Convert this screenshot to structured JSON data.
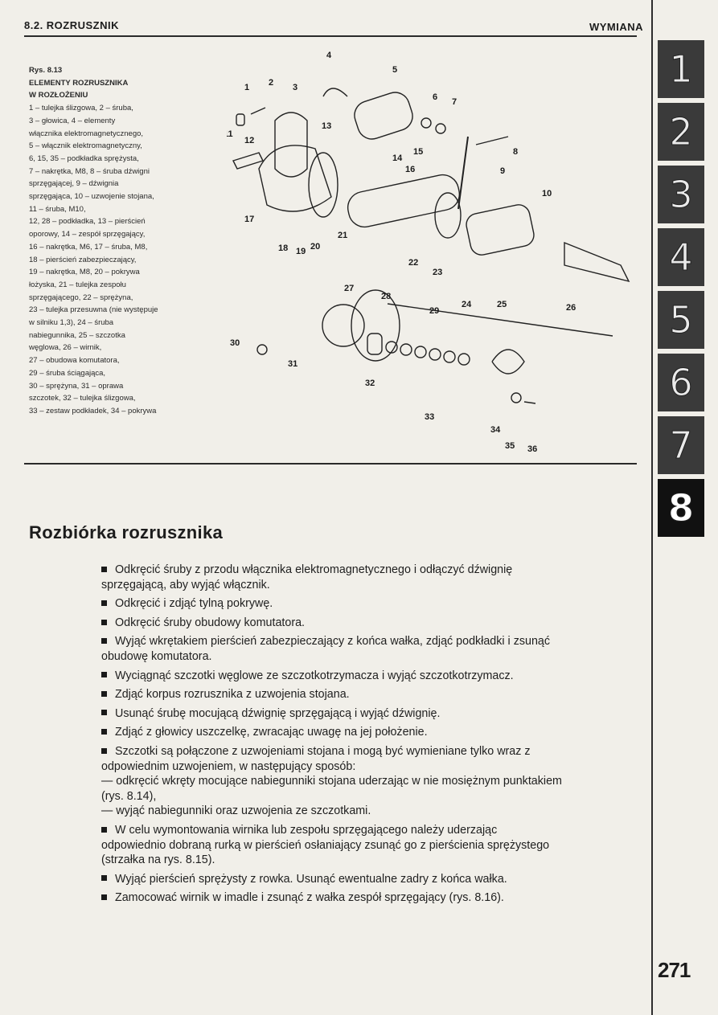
{
  "header": {
    "left": "8.2. ROZRUSZNIK",
    "right": "WYMIANA"
  },
  "tabs": [
    "1",
    "2",
    "3",
    "4",
    "5",
    "6",
    "7",
    "8"
  ],
  "active_tab": "8",
  "page_number": "271",
  "figure_caption": {
    "title_lines": [
      "Rys. 8.13",
      "ELEMENTY ROZRUSZNIKA",
      "W ROZŁOŻENIU"
    ],
    "lines": [
      "1 – tulejka ślizgowa, 2 – śruba,",
      "3 – głowica, 4 – elementy",
      "włącznika elektromagnetycznego,",
      "5 – włącznik elektromagnetyczny,",
      "6, 15, 35 – podkładka sprężysta,",
      "7 – nakrętka, M8, 8 – śruba dźwigni",
      "sprzęgającej, 9 – dźwignia",
      "sprzęgająca, 10 – uzwojenie stojana,",
      "11 – śruba, M10,",
      "12, 28 – podkładka, 13 – pierścień",
      "oporowy, 14 – zespół sprzęgający,",
      "16 – nakrętka, M6, 17 – śruba, M8,",
      "18 – pierścień zabezpieczający,",
      "19 – nakrętka, M8, 20 – pokrywa",
      "łożyska, 21 – tulejka zespołu",
      "sprzęgającego, 22 – sprężyna,",
      "23 – tulejka przesuwna (nie występuje",
      "w silniku 1,3), 24 – śruba",
      "nabiegunnika, 25 – szczotka",
      "węglowa, 26 – wirnik,",
      "27 – obudowa komutatora,",
      "29 – śruba ściągająca,",
      "30 – sprężyna, 31 – oprawa",
      "szczotek, 32 – tulejka ślizgowa,",
      "33 – zestaw podkładek, 34 – pokrywa"
    ]
  },
  "figure_labels": [
    "1",
    "2",
    "3",
    "4",
    "5",
    "6",
    "7",
    "8",
    "9",
    "10",
    "11",
    "12",
    "13",
    "14",
    "15",
    "16",
    "17",
    "18",
    "19",
    "20",
    "21",
    "22",
    "23",
    "24",
    "25",
    "26",
    "27",
    "28",
    "29",
    "30",
    "31",
    "32",
    "33",
    "34",
    "35",
    "36"
  ],
  "section": {
    "heading": "Rozbiórka rozrusznika",
    "items": [
      {
        "type": "bullet",
        "text": "Odkręcić śruby z przodu włącznika elektromagnetycznego i odłączyć dźwignię sprzęgającą, aby wyjąć włącznik."
      },
      {
        "type": "bullet",
        "text": "Odkręcić i zdjąć tylną pokrywę."
      },
      {
        "type": "bullet",
        "text": "Odkręcić śruby obudowy komutatora."
      },
      {
        "type": "bullet",
        "text": "Wyjąć wkrętakiem pierścień zabezpieczający z końca wałka, zdjąć podkładki i zsunąć obudowę komutatora."
      },
      {
        "type": "bullet",
        "text": "Wyciągnąć szczotki węglowe ze szczotkotrzymacza i wyjąć szczotkotrzymacz."
      },
      {
        "type": "bullet",
        "text": "Zdjąć korpus rozrusznika z uzwojenia stojana."
      },
      {
        "type": "bullet",
        "text": "Usunąć śrubę mocującą dźwignię sprzęgającą i wyjąć dźwignię."
      },
      {
        "type": "bullet",
        "text": "Zdjąć z głowicy uszczelkę, zwracając uwagę na jej położenie."
      },
      {
        "type": "bullet",
        "text": "Szczotki są połączone z uzwojeniami stojana i mogą być wymieniane tylko wraz z odpowiednim uzwojeniem, w następujący sposób:"
      },
      {
        "type": "dash",
        "text": "— odkręcić wkręty mocujące nabiegunniki stojana uderzając w nie mosiężnym punktakiem (rys. 8.14),"
      },
      {
        "type": "dash",
        "text": "— wyjąć nabiegunniki oraz uzwojenia ze szczotkami."
      },
      {
        "type": "bullet",
        "text": "W celu wymontowania wirnika lub zespołu sprzęgającego należy uderzając odpowiednio dobraną rurką w pierścień osłaniający zsunąć go z pierścienia sprężystego (strzałka na rys. 8.15)."
      },
      {
        "type": "bullet",
        "text": "Wyjąć pierścień sprężysty z rowka. Usunąć ewentualne zadry z końca wałka."
      },
      {
        "type": "bullet",
        "text": "Zamocować wirnik w imadle i zsunąć z wałka zespół sprzęgający (rys. 8.16)."
      }
    ]
  }
}
